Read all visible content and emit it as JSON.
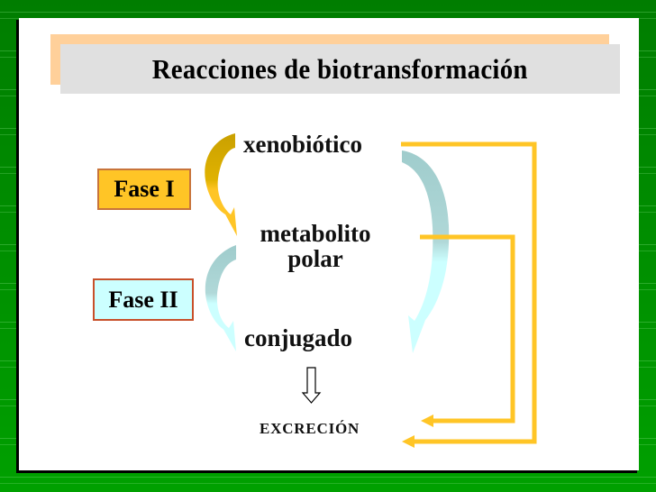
{
  "slide": {
    "title": "Reacciones de biotransformación",
    "phases": [
      {
        "label": "Fase I",
        "color": "#ffc526"
      },
      {
        "label": "Fase II",
        "color": "#ccffff"
      }
    ],
    "nodes": {
      "xenobiotic": "xenobiótico",
      "metabolite_line1": "metabolito",
      "metabolite_line2": "polar",
      "conjugate": "conjugado",
      "excretion": "EXCRECIÓN"
    },
    "colors": {
      "background": "#008a00",
      "title_back": "#ffd09a",
      "title_front": "#e0e0e0",
      "arrow_yellow": "#ffc526",
      "arrow_gold": "#d4a800",
      "arrow_teal": "#9fcccc",
      "arrow_cyan": "#ccffff"
    }
  }
}
